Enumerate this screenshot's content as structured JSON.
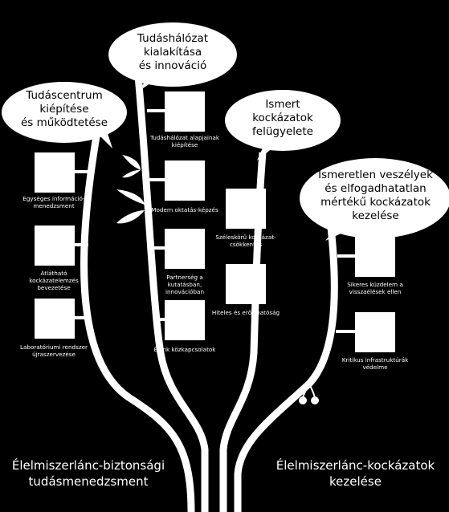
{
  "bubbles": {
    "center": [
      "Tudáshálózat",
      "kialakítása",
      "és innováció"
    ],
    "left": [
      "Tudáscentrum",
      "kiépítése",
      "és működtetése"
    ],
    "mid_right": [
      "Ismert",
      "kockázatok",
      "felügyelete"
    ],
    "right": [
      "Ismeretlen veszélyek",
      "és elfogadhatatlan",
      "mértékű kockázatok",
      "kezelése"
    ]
  },
  "left_items": [
    "Egységes információ-menedzsment",
    "Átlátható kockázatelemzés bevezetése",
    "Laboratóriumi rendszer újraszervezése"
  ],
  "center_items": [
    "Tudáshálózat alapjainak kiépítése",
    "Modern oktatás-képzés",
    "Partnerség a kutatásban, innovációban",
    "Élénk közkapcsolatok"
  ],
  "mid_right_items": [
    "Széleskörű kockázat-csökkentés",
    "Hiteles és erős hatóság"
  ],
  "right_items": [
    "Sikeres küzdelem a visszaélések ellen",
    "Kritikus infrastruktúrák védelme"
  ],
  "bottom": {
    "left": [
      "Élelmiszerlánc-biztonsági",
      "tudásmenedzsment"
    ],
    "right": [
      "Élelmiszerlánc-kockázatok",
      "kezelése"
    ]
  }
}
